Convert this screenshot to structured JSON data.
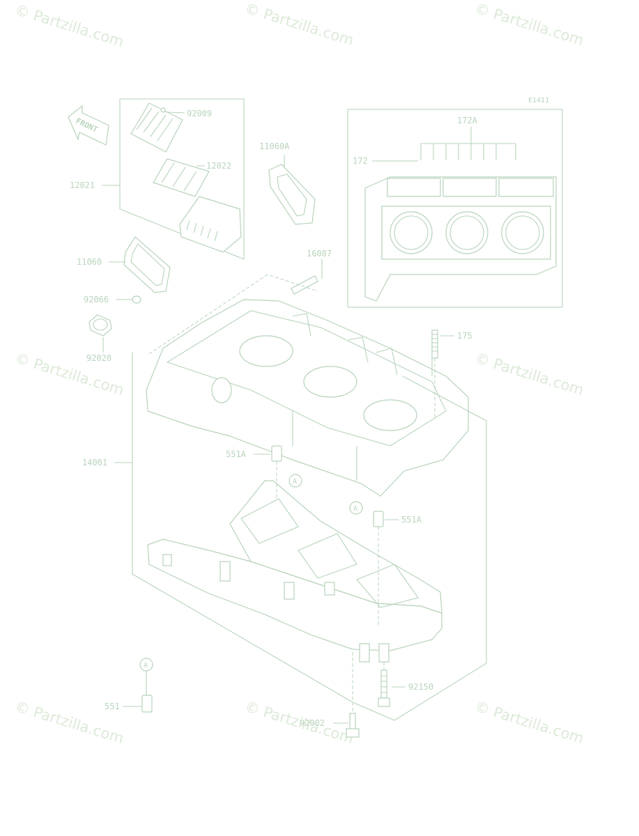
{
  "diagram_code": "E1411",
  "front_label": "FRONT",
  "reference_marker": "A",
  "watermark_text": "© Partzilla.com",
  "colors": {
    "line": "#b7d3ba",
    "label": "#b9d4bc",
    "watermark": "#dcead8",
    "background": "#ffffff"
  },
  "labels": {
    "p92009": "92009",
    "p12022": "12022",
    "p12021": "12021",
    "p11060A": "11060A",
    "p11060": "11060",
    "p16087": "16087",
    "p92066": "92066",
    "p92028": "92028",
    "p172A": "172A",
    "p172": "172",
    "p175": "175",
    "p14001": "14001",
    "p551A_left": "551A",
    "p551A_right": "551A",
    "p92150": "92150",
    "p551": "551",
    "p92002": "92002"
  }
}
